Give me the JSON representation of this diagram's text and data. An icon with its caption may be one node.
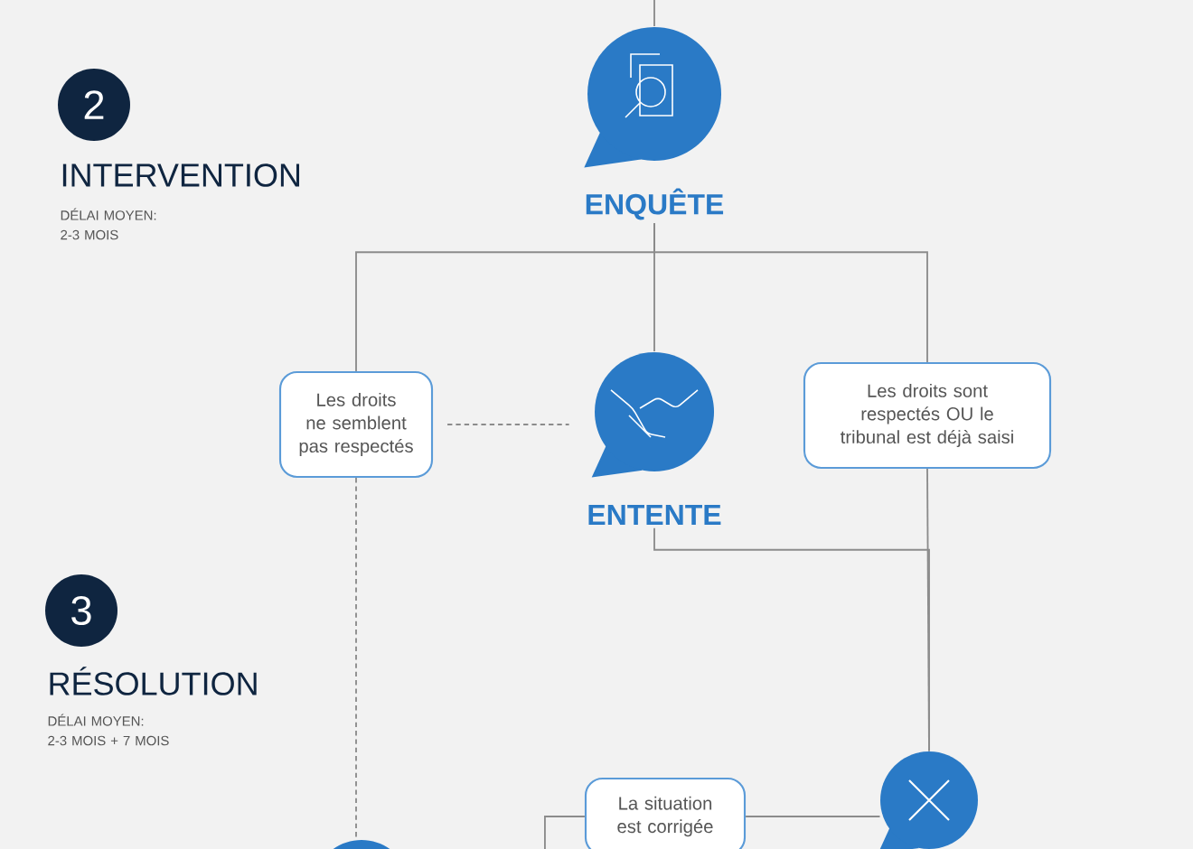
{
  "diagram": {
    "nodes": [
      {
        "text": [
          "2"
        ],
        "beside": [
          "INTERVENTION",
          "DÉLAI MOYEN: 2-3 MOIS"
        ]
      },
      {
        "text": [
          "ENQUÊTE"
        ]
      },
      {
        "text": [
          "Les droits ne semblent pas respectés"
        ]
      },
      {
        "text": [
          "ENTENTE"
        ]
      },
      {
        "text": [
          "Les droits sont respectés OU le tribunal est déjà saisi"
        ]
      },
      {
        "text": [
          "3"
        ],
        "beside": [
          "RÉSOLUTION",
          "DÉLAI MOYEN: 2-3 MOIS + 7 MOIS"
        ]
      },
      {
        "text": [],
        "shape": "circle"
      },
      {
        "text": [
          "La situation est corrigée"
        ]
      },
      {
        "text": [],
        "shape": "circle"
      }
    ],
    "edges": [
      {
        "from": null,
        "to": 1,
        "arrow": "none"
      },
      {
        "from": 1,
        "to": 2,
        "arrow": "none"
      },
      {
        "from": 1,
        "to": 3,
        "arrow": "none"
      },
      {
        "from": 1,
        "to": 4,
        "arrow": "none"
      },
      {
        "from": 2,
        "to": 3,
        "arrow": "none",
        "style": "dashed"
      },
      {
        "from": 2,
        "to": 6,
        "arrow": "none",
        "style": "dashed"
      },
      {
        "from": 3,
        "to": 8,
        "arrow": "none"
      },
      {
        "from": 4,
        "to": 8,
        "arrow": "none"
      },
      {
        "from": 8,
        "to": 7,
        "arrow": "none"
      },
      {
        "from": 7,
        "to": null,
        "arrow": "none"
      }
    ]
  }
}
